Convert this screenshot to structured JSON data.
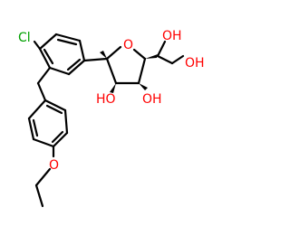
{
  "colors": {
    "background": "#ffffff",
    "bond": "#000000",
    "oxygen": "#ff0000",
    "chlorine": "#00a000"
  },
  "atoms": {
    "chlorine": "Cl",
    "ring_oxygen": "O",
    "oh_c3": "HO",
    "oh_c4": "OH",
    "oh_side_secondary": "OH",
    "oh_side_primary": "OH",
    "ether_oxygen": "O"
  }
}
